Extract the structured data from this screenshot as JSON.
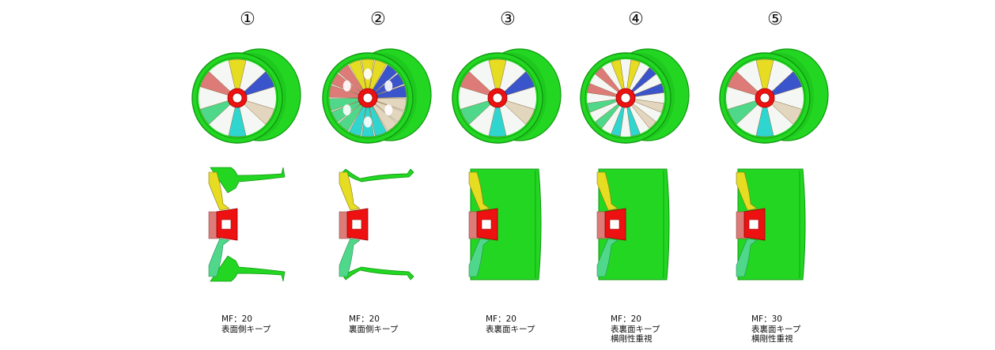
{
  "designs": [
    {
      "number": "①",
      "spoke_style": "y5",
      "section_style": "open-front",
      "caption": [
        "MF：20",
        "表面側キープ"
      ]
    },
    {
      "number": "②",
      "spoke_style": "mesh",
      "section_style": "open-back",
      "caption": [
        "MF：20",
        "裏面側キープ"
      ]
    },
    {
      "number": "③",
      "spoke_style": "y5",
      "section_style": "closed",
      "caption": [
        "MF：20",
        "表裏面キープ"
      ]
    },
    {
      "number": "④",
      "spoke_style": "split10",
      "section_style": "closed",
      "caption": [
        "MF：20",
        "表裏面キープ",
        "横剛性重視"
      ]
    },
    {
      "number": "⑤",
      "spoke_style": "y5",
      "section_style": "closed-deep",
      "caption": [
        "MF：30",
        "表裏面キープ",
        "横剛性重視"
      ]
    }
  ],
  "colors": {
    "rim": "#22d622",
    "rim_dark": "#0f9a0f",
    "hub": "#ee1111",
    "spoke_top": "#e6dc22",
    "spoke_upper_right": "#3a55cc",
    "spoke_right": "#e2d6be",
    "spoke_lower_right": "#2fd6d0",
    "spoke_lower_left": "#4fd88a",
    "spoke_left": "#dd7b78"
  }
}
